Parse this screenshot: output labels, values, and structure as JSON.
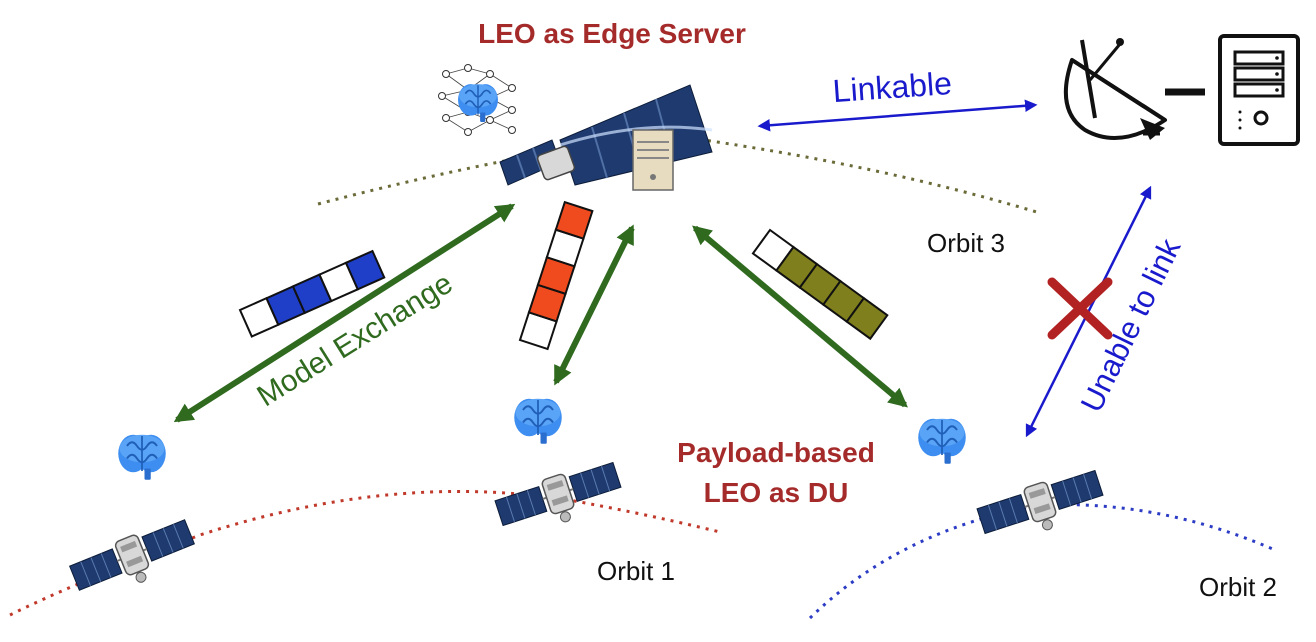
{
  "labels": {
    "edge_server": "LEO as Edge Server",
    "linkable": "Linkable",
    "orbit3": "Orbit 3",
    "model_exchange": "Model Exchange",
    "unable_to_link": "Unable to link",
    "payload_line1": "Payload-based",
    "payload_line2": "LEO as DU",
    "orbit1": "Orbit 1",
    "orbit2": "Orbit 2"
  },
  "colors": {
    "title_red": "#a52a2a",
    "link_blue": "#1a1acd",
    "exchange_green": "#2f6a1f",
    "cross_red": "#b22222",
    "orbit1": "#c0392b",
    "orbit2": "#2c3cc4",
    "orbit3": "#6b6b3a",
    "block_blue": "#1f3fc8",
    "block_red": "#f04b1e",
    "block_olive": "#7f7f1e",
    "brain": "#3d8ef0",
    "panel": "#1e3a6e"
  },
  "model_blocks": {
    "blue": [
      0,
      1,
      1,
      0,
      1
    ],
    "red": [
      0,
      1,
      1,
      0,
      1
    ],
    "olive": [
      0,
      1,
      1,
      1,
      1
    ]
  },
  "icons": {
    "neural_net": "neural-network-brain-icon",
    "server": "server-tower-icon",
    "dish": "satellite-dish-icon",
    "brain": "brain-icon",
    "satellite": "satellite-icon"
  }
}
